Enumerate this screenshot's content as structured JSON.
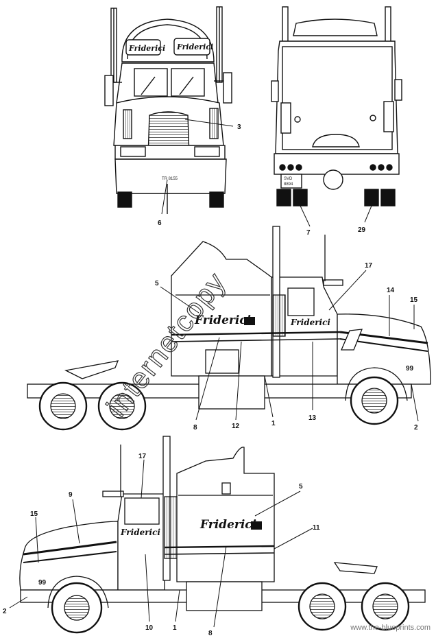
{
  "drawing": {
    "watermark": "internetcopy",
    "credit": "www.the-blueprints.com",
    "logo_text": "Friderici",
    "plate_front": "TR 8155",
    "plate_rear_1": "SVD",
    "plate_rear_2": "8894",
    "unit_number": "99"
  },
  "callouts": {
    "front": [
      "3",
      "6"
    ],
    "rear": [
      "7",
      "29"
    ],
    "left_side": [
      "5",
      "17",
      "14",
      "15",
      "99",
      "8",
      "12",
      "1",
      "13",
      "2"
    ],
    "right_side": [
      "17",
      "5",
      "15",
      "9",
      "11",
      "99",
      "2",
      "10",
      "1",
      "8"
    ]
  },
  "colors": {
    "ink": "#111111",
    "paper": "#ffffff",
    "shade": "#555555"
  }
}
